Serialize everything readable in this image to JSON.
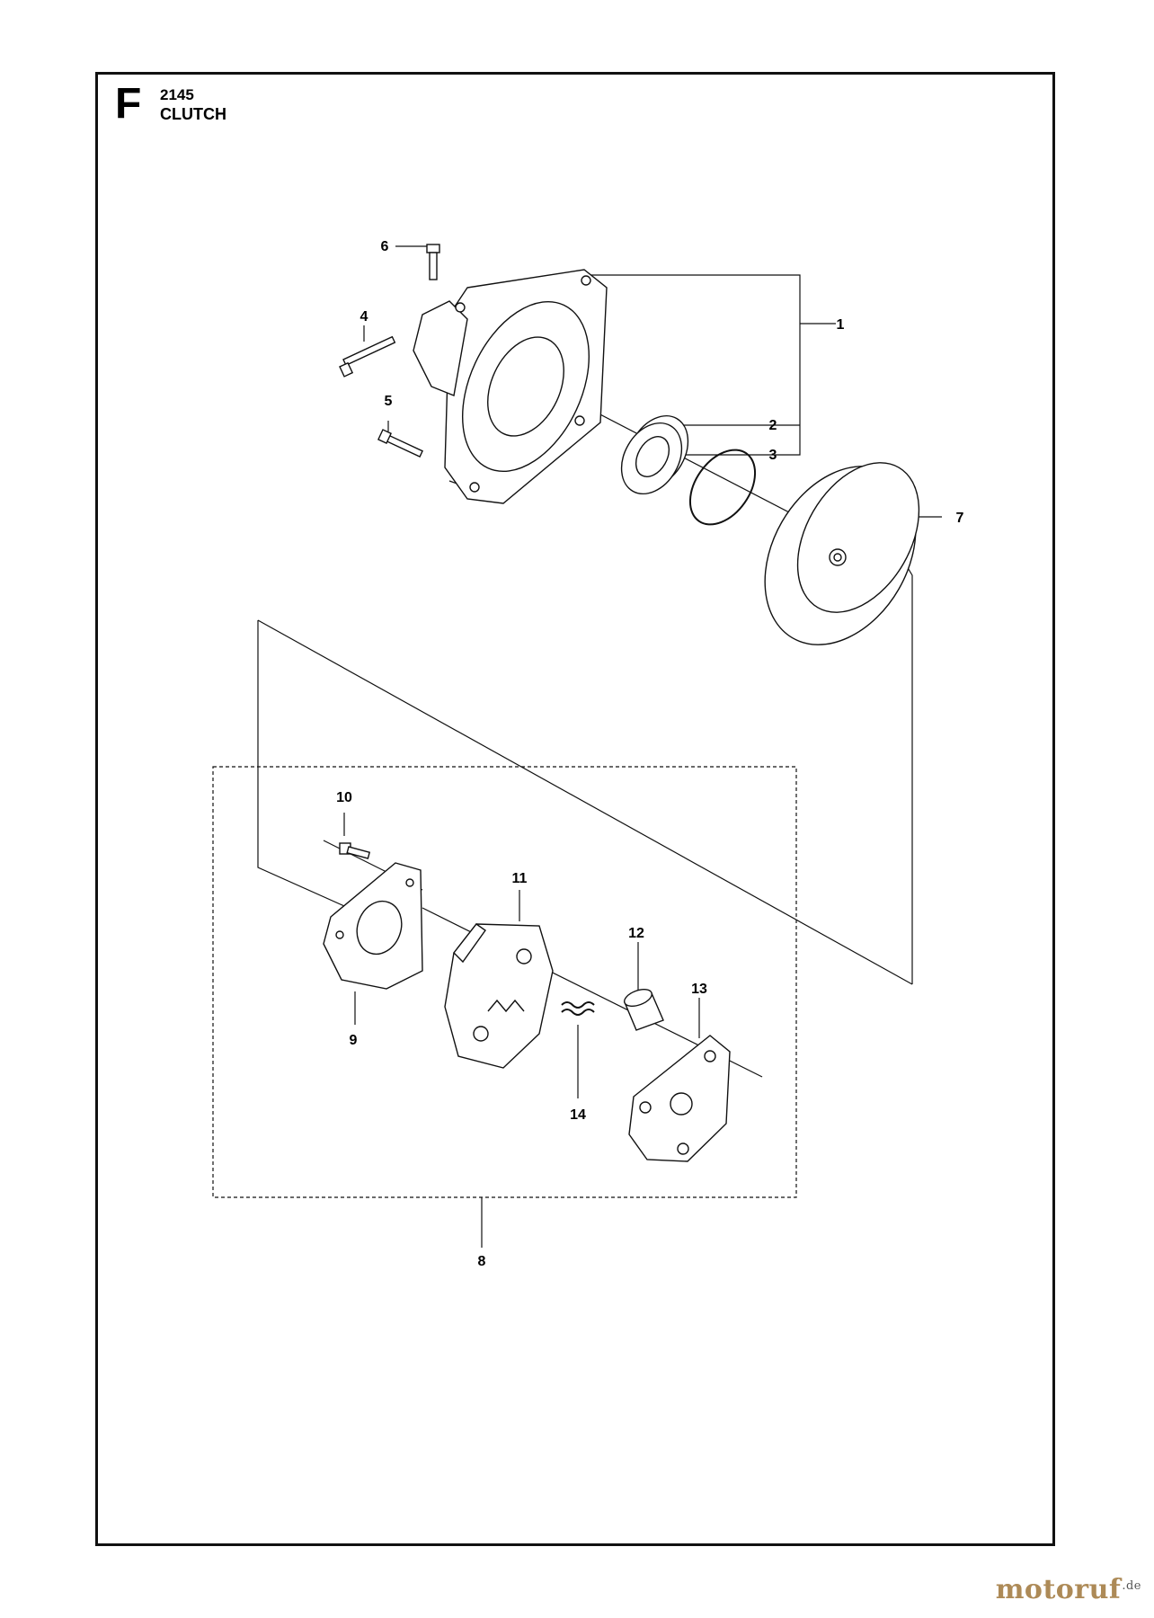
{
  "header": {
    "section_letter": "F",
    "model_number": "2145",
    "title": "CLUTCH"
  },
  "parts": [
    {
      "id": "part-1",
      "label": "1"
    },
    {
      "id": "part-2",
      "label": "2"
    },
    {
      "id": "part-3",
      "label": "3"
    },
    {
      "id": "part-4",
      "label": "4"
    },
    {
      "id": "part-5",
      "label": "5"
    },
    {
      "id": "part-6",
      "label": "6"
    },
    {
      "id": "part-7",
      "label": "7"
    },
    {
      "id": "part-8",
      "label": "8"
    },
    {
      "id": "part-9",
      "label": "9"
    },
    {
      "id": "part-10",
      "label": "10"
    },
    {
      "id": "part-11",
      "label": "11"
    },
    {
      "id": "part-12",
      "label": "12"
    },
    {
      "id": "part-13",
      "label": "13"
    },
    {
      "id": "part-14",
      "label": "14"
    }
  ],
  "watermark": {
    "brand": "motoruf",
    "suffix": ".de"
  }
}
